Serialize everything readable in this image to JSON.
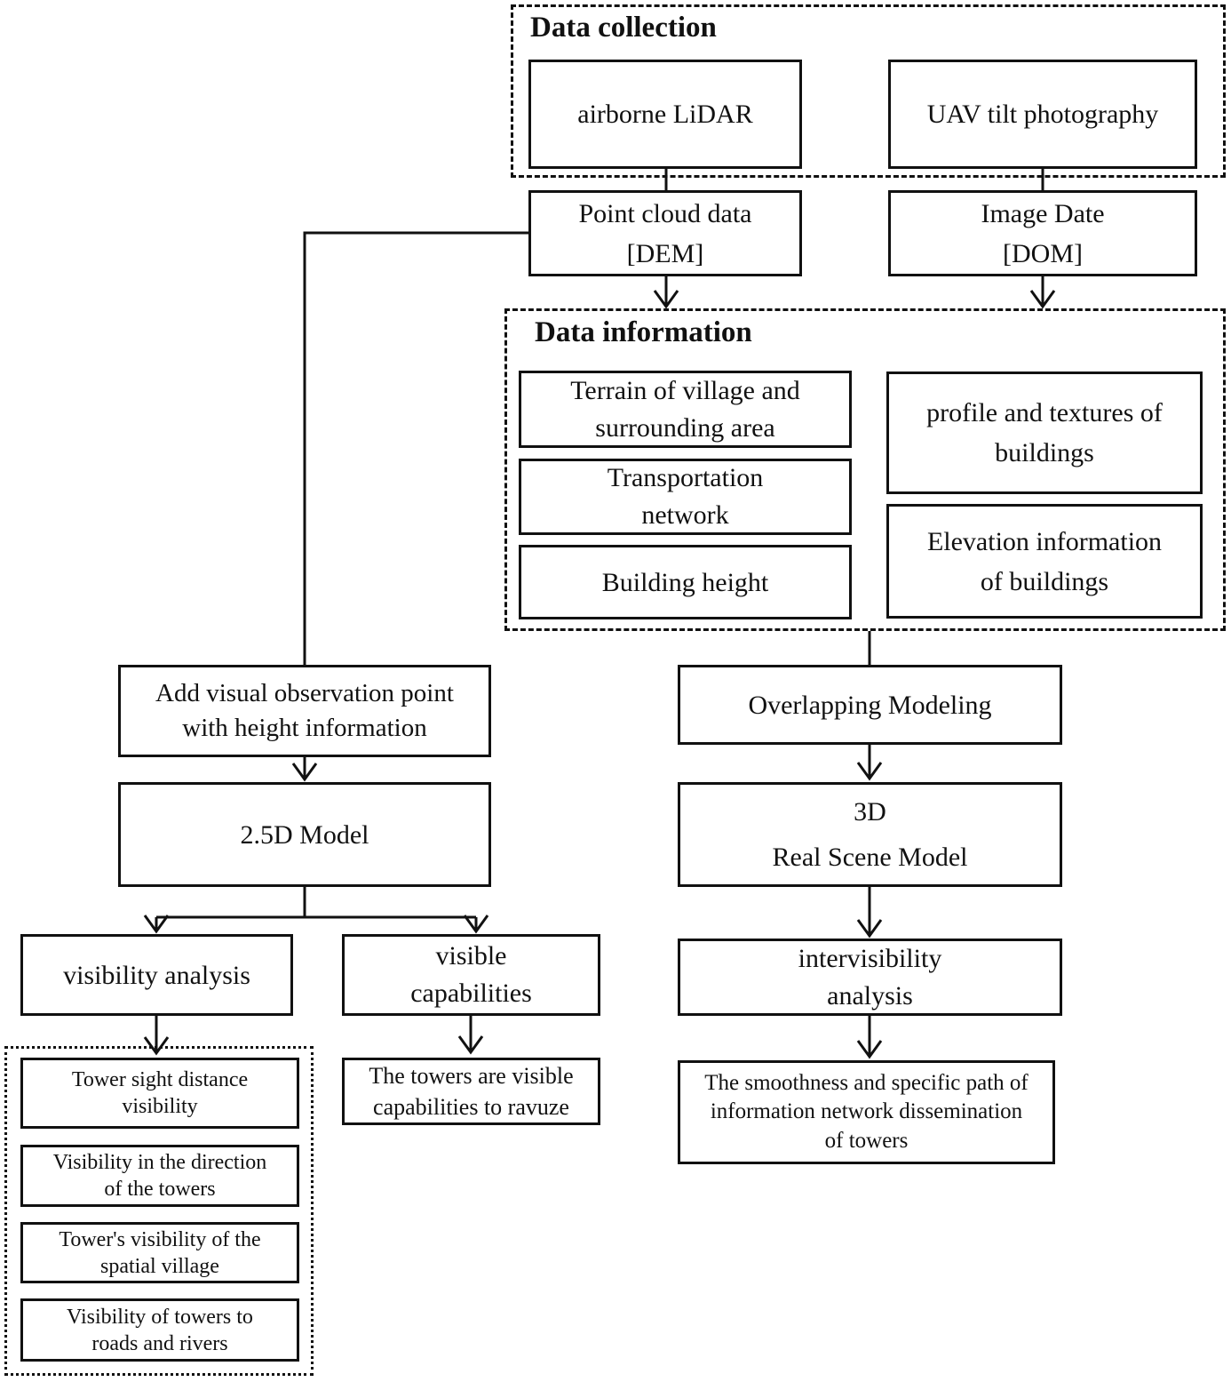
{
  "diagram": {
    "data_collection": {
      "title": "Data collection",
      "airborne_lidar": "airborne LiDAR",
      "uav_tilt_photography": "UAV tilt photography"
    },
    "point_cloud_data": "Point cloud data\n[DEM]",
    "image_date": "Image Date\n[DOM]",
    "data_information": {
      "title": "Data information",
      "terrain": "Terrain of village and\nsurrounding area",
      "transportation": "Transportation\nnetwork",
      "building_height": "Building height",
      "profile_textures": "profile and textures of\nbuildings",
      "elevation_info": "Elevation information\nof buildings"
    },
    "add_observation_point": "Add visual observation point\nwith height information",
    "model_2_5d": "2.5D Model",
    "visibility_analysis": "visibility analysis",
    "visible_capabilities": "visible\ncapabilities",
    "overlapping_modeling": "Overlapping Modeling",
    "real_scene_model": "3D\nReal Scene Model",
    "intervisibility_analysis": "intervisibility\nanalysis",
    "visibility_outcomes": [
      "Tower sight  distance\nvisibility",
      "Visibility in the direction\nof the towers",
      "Tower's  visibility of the\nspatial village",
      "Visibility of towers to\nroads and rivers"
    ],
    "visible_capabilities_result": "The towers are visible\ncapabilities to ravuze",
    "intervisibility_result": "The smoothness and specific path of\ninformation network dissemination\nof towers"
  }
}
